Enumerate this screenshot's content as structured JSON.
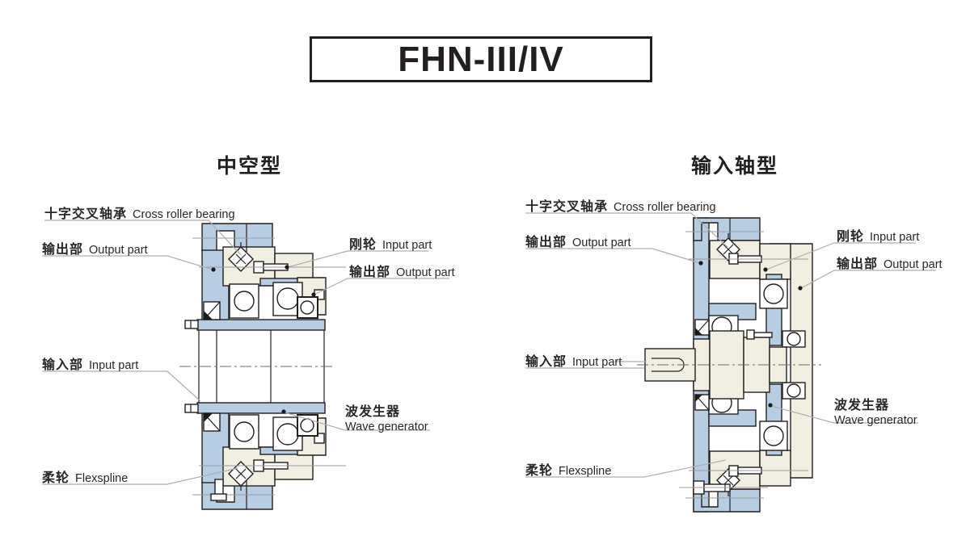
{
  "title_box": {
    "label": "FHN-III/IV"
  },
  "colors": {
    "housing_blue": "#b7cde4",
    "part_cream": "#f1efe1",
    "outline": "#231f20",
    "leader_gray": "#b0adad",
    "text": "#2a2627"
  },
  "diagrams": {
    "hollow": {
      "heading": "中空型",
      "labels": {
        "cross_roller_bearing": {
          "zh": "十字交叉轴承",
          "en": "Cross roller bearing"
        },
        "output_part_left": {
          "zh": "输出部",
          "en": "Output part"
        },
        "circular_spline": {
          "zh": "刚轮",
          "en": "Input part"
        },
        "output_part_right": {
          "zh": "输出部",
          "en": "Output part"
        },
        "input_part": {
          "zh": "输入部",
          "en": "Input part"
        },
        "wave_generator": {
          "zh": "波发生器",
          "en": "Wave generator"
        },
        "flexspline": {
          "zh": "柔轮",
          "en": "Flexspline"
        }
      }
    },
    "input_shaft": {
      "heading": "输入轴型",
      "labels": {
        "cross_roller_bearing": {
          "zh": "十字交叉轴承",
          "en": "Cross roller bearing"
        },
        "output_part_left": {
          "zh": "输出部",
          "en": "Output part"
        },
        "circular_spline": {
          "zh": "刚轮",
          "en": "Input part"
        },
        "output_part_right": {
          "zh": "输出部",
          "en": "Output part"
        },
        "input_part": {
          "zh": "输入部",
          "en": "Input part"
        },
        "wave_generator": {
          "zh": "波发生器",
          "en": "Wave generator"
        },
        "flexspline": {
          "zh": "柔轮",
          "en": "Flexspline"
        }
      }
    }
  }
}
